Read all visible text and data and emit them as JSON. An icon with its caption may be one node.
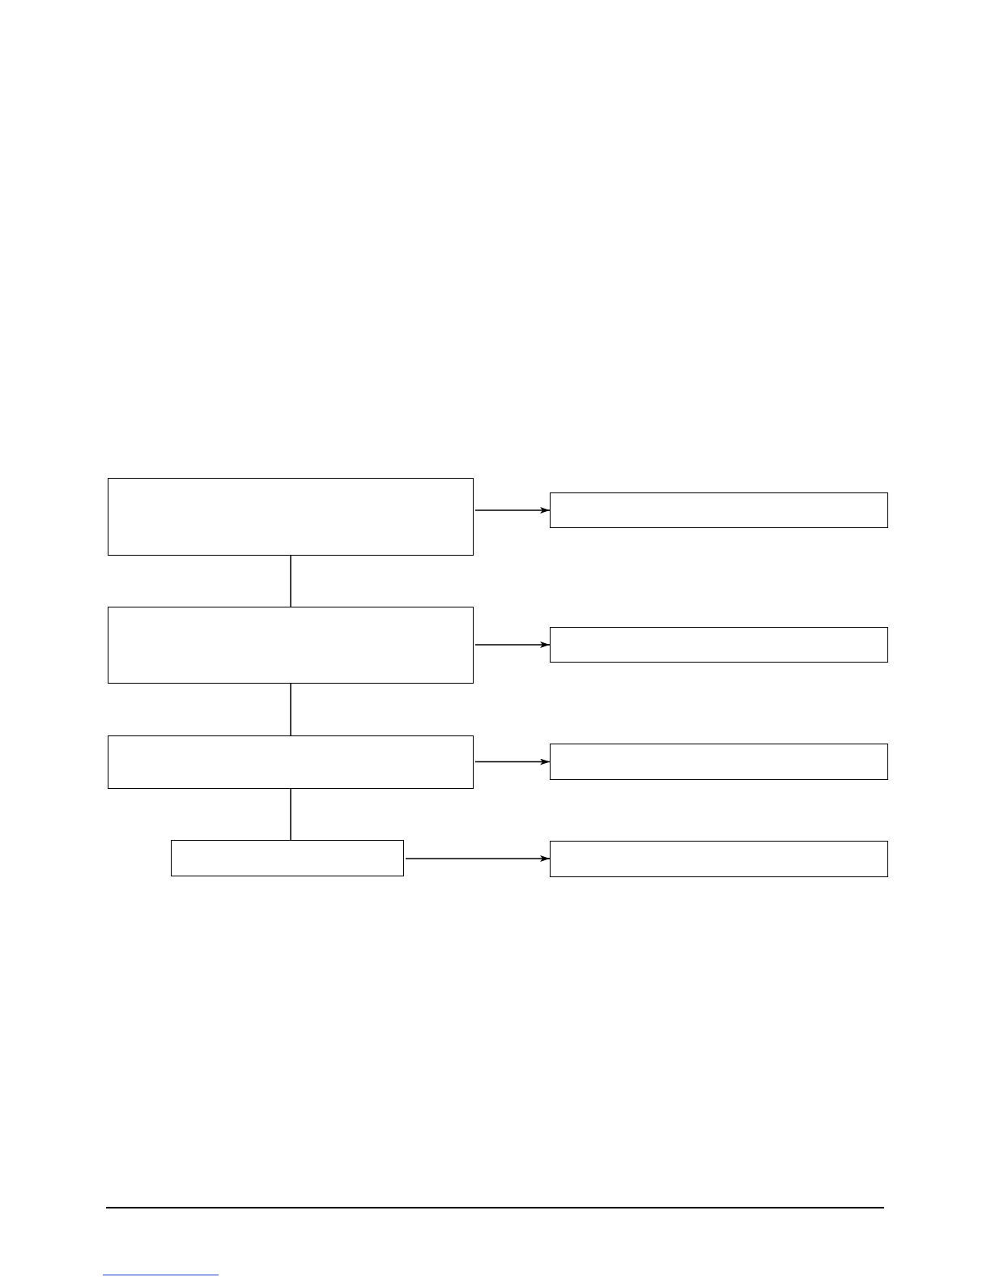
{
  "diagram": {
    "nodes": [
      {
        "text": [],
        "shape": "box"
      },
      {
        "text": [],
        "shape": "box"
      },
      {
        "text": [],
        "shape": "box"
      },
      {
        "text": [],
        "shape": "box"
      },
      {
        "text": [],
        "shape": "box"
      },
      {
        "text": [],
        "shape": "box"
      },
      {
        "text": [],
        "shape": "box"
      },
      {
        "text": [],
        "shape": "box"
      }
    ],
    "edges": [
      {
        "from": 0,
        "to": 1,
        "arrow": "to"
      },
      {
        "from": 0,
        "to": 2,
        "arrow": "none"
      },
      {
        "from": 2,
        "to": 3,
        "arrow": "to"
      },
      {
        "from": 2,
        "to": 4,
        "arrow": "none"
      },
      {
        "from": 4,
        "to": 5,
        "arrow": "to"
      },
      {
        "from": 4,
        "to": 6,
        "arrow": "none"
      },
      {
        "from": 6,
        "to": 7,
        "arrow": "to"
      }
    ]
  }
}
